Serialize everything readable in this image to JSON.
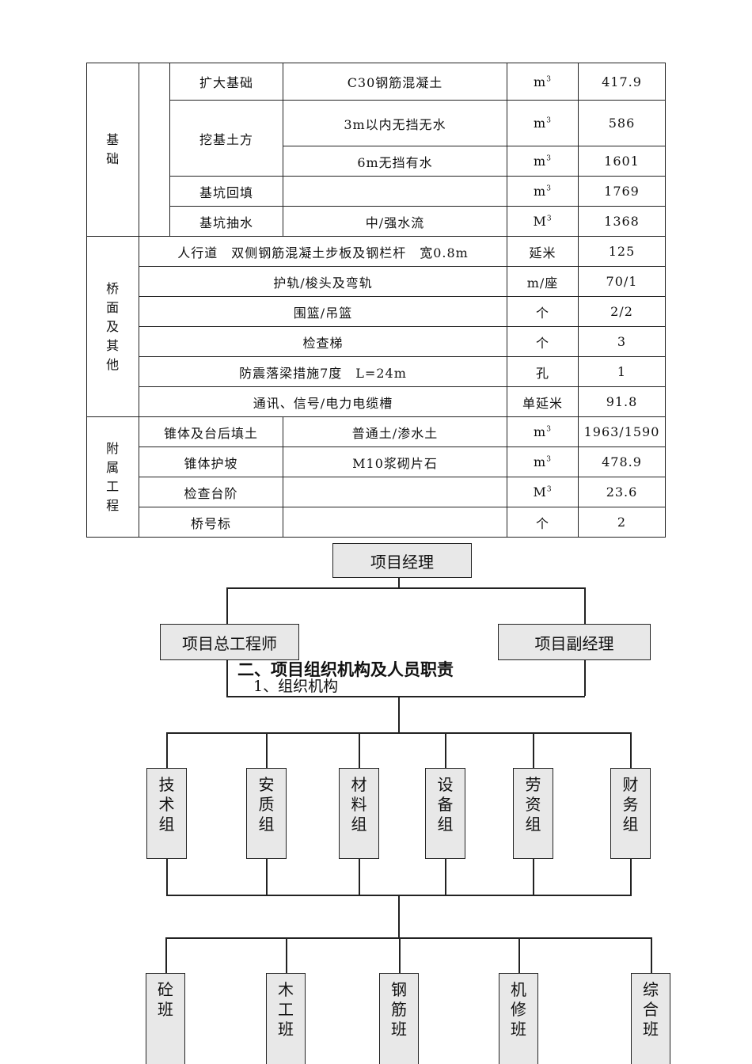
{
  "table": {
    "groups": [
      {
        "label": "基础",
        "rows": [
          {
            "item": "扩大基础",
            "spec": "C30钢筋混凝土",
            "unit": "m",
            "unit_sup": "3",
            "qty": "417.9"
          },
          {
            "item": "挖基土方",
            "spec": "3m以内无挡无水",
            "unit": "m",
            "unit_sup": "3",
            "qty": "586"
          },
          {
            "spec": "6m无挡有水",
            "unit": "m",
            "unit_sup": "3",
            "qty": "1601"
          },
          {
            "item": "基坑回填",
            "spec": "",
            "unit": "m",
            "unit_sup": "3",
            "qty": "1769"
          },
          {
            "item": "基坑抽水",
            "spec": "中/强水流",
            "unit": "M",
            "unit_sup": "3",
            "qty": "1368"
          }
        ]
      },
      {
        "label": "桥面及其他",
        "rows": [
          {
            "item": "人行道　双侧钢筋混凝土步板及钢栏杆　宽0.8m",
            "unit": "延米",
            "qty": "125"
          },
          {
            "item": "护轨/梭头及弯轨",
            "unit": "m/座",
            "qty": "70/1"
          },
          {
            "item": "围篮/吊篮",
            "unit": "个",
            "qty": "2/2"
          },
          {
            "item": "检查梯",
            "unit": "个",
            "qty": "3"
          },
          {
            "item": "防震落梁措施7度　L=24m",
            "unit": "孔",
            "qty": "1"
          },
          {
            "item": "通讯、信号/电力电缆槽",
            "unit": "单延米",
            "qty": "91.8"
          }
        ]
      },
      {
        "label": "附属工程",
        "rows": [
          {
            "item": "锥体及台后填土",
            "spec": "普通土/渗水土",
            "unit": "m",
            "unit_sup": "3",
            "qty": "1963/1590"
          },
          {
            "item": "锥体护坡",
            "spec": "M10浆砌片石",
            "unit": "m",
            "unit_sup": "3",
            "qty": "478.9"
          },
          {
            "item": "检查台阶",
            "spec": "",
            "unit": "M",
            "unit_sup": "3",
            "qty": "23.6"
          },
          {
            "item": "桥号标",
            "spec": "",
            "unit": "个",
            "qty": "2"
          }
        ]
      }
    ]
  },
  "heading": "二、项目组织机构及人员职责",
  "subheading": "1、组织机构",
  "org": {
    "top": "项目经理",
    "level2": [
      "项目总工程师",
      "项目副经理"
    ],
    "groups": [
      "技术组",
      "安质组",
      "材料组",
      "设备组",
      "劳资组",
      "财务组"
    ],
    "teams": [
      "砼班",
      "木工班",
      "钢筋班",
      "机修班",
      "综合班"
    ]
  }
}
